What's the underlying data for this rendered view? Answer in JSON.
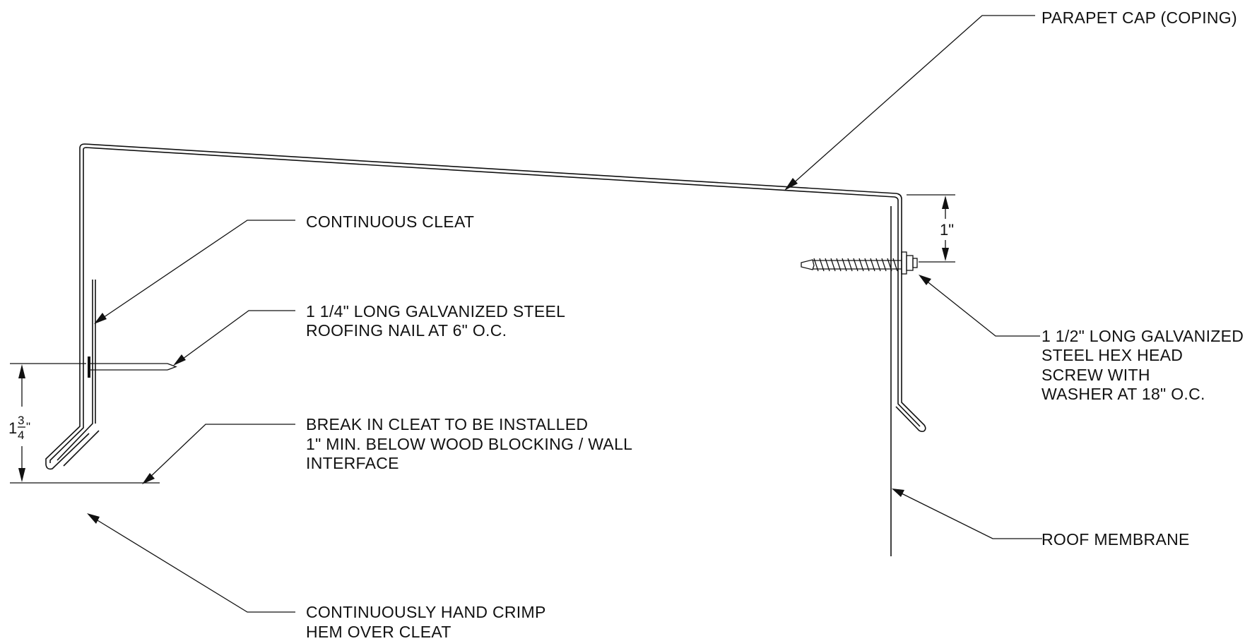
{
  "callouts": {
    "parapet_cap": "PARAPET CAP (COPING)",
    "continuous_cleat": "CONTINUOUS CLEAT",
    "roofing_nail": [
      "1 1/4\" LONG GALVANIZED STEEL",
      "ROOFING NAIL AT 6\" O.C."
    ],
    "break_in_cleat": [
      "BREAK IN CLEAT TO BE INSTALLED",
      "1\" MIN. BELOW WOOD BLOCKING / WALL",
      "INTERFACE"
    ],
    "hand_crimp": [
      "CONTINUOUSLY HAND CRIMP",
      "HEM OVER CLEAT"
    ],
    "hex_screw": [
      "1 1/2\" LONG GALVANIZED",
      "STEEL HEX HEAD",
      "SCREW WITH",
      "WASHER AT 18\" O.C."
    ],
    "roof_membrane": "ROOF MEMBRANE"
  },
  "dimensions": {
    "right_dim": "1\"",
    "left_dim_whole": "1",
    "left_dim_num": "3",
    "left_dim_den": "4",
    "left_dim_inch": "\""
  }
}
